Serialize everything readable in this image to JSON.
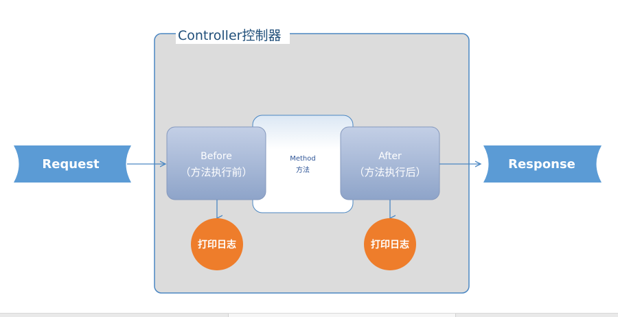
{
  "controller": {
    "title": "Controller控制器"
  },
  "request": {
    "label": "Request"
  },
  "response": {
    "label": "Response"
  },
  "before": {
    "line1": "Before",
    "line2": "（方法执行前）"
  },
  "after": {
    "line1": "After",
    "line2": "（方法执行后）"
  },
  "method": {
    "line1": "Method",
    "line2": "方法"
  },
  "log_left": {
    "label": "打印日志"
  },
  "log_right": {
    "label": "打印日志"
  },
  "colors": {
    "banner_fill": "#5b9bd5",
    "controller_fill": "#dcdcdc",
    "controller_border": "#4a86c2",
    "box_fill_top": "#bcc9e2",
    "box_fill_bottom": "#8fa5ca",
    "log_fill": "#ee7d2b",
    "arrow": "#4a86c2"
  }
}
